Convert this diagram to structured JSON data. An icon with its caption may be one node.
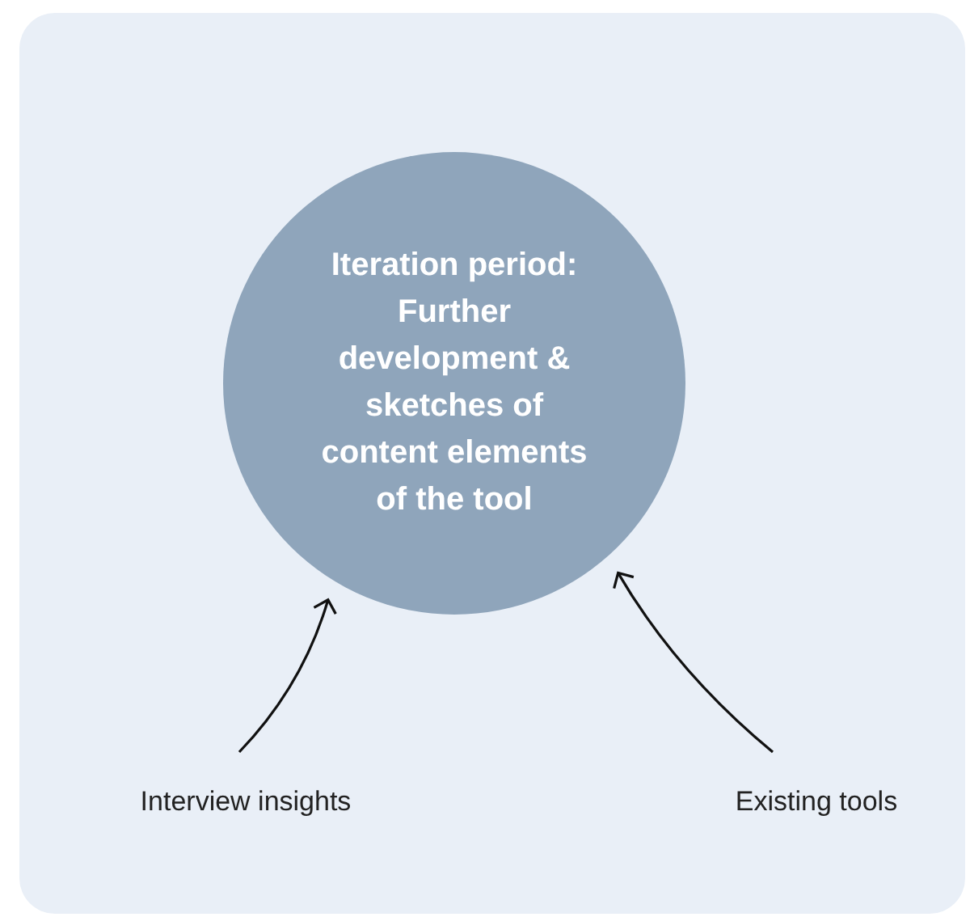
{
  "diagram": {
    "nodes": [
      {
        "text": [
          "Iteration period: Further development & sketches of content elements of the tool"
        ]
      },
      {
        "text": [
          "Interview insights"
        ]
      },
      {
        "text": [
          "Existing tools"
        ]
      }
    ],
    "edges": [
      {
        "from": 1,
        "to": 0,
        "arrow": "to"
      },
      {
        "from": 2,
        "to": 0,
        "arrow": "to"
      }
    ]
  }
}
